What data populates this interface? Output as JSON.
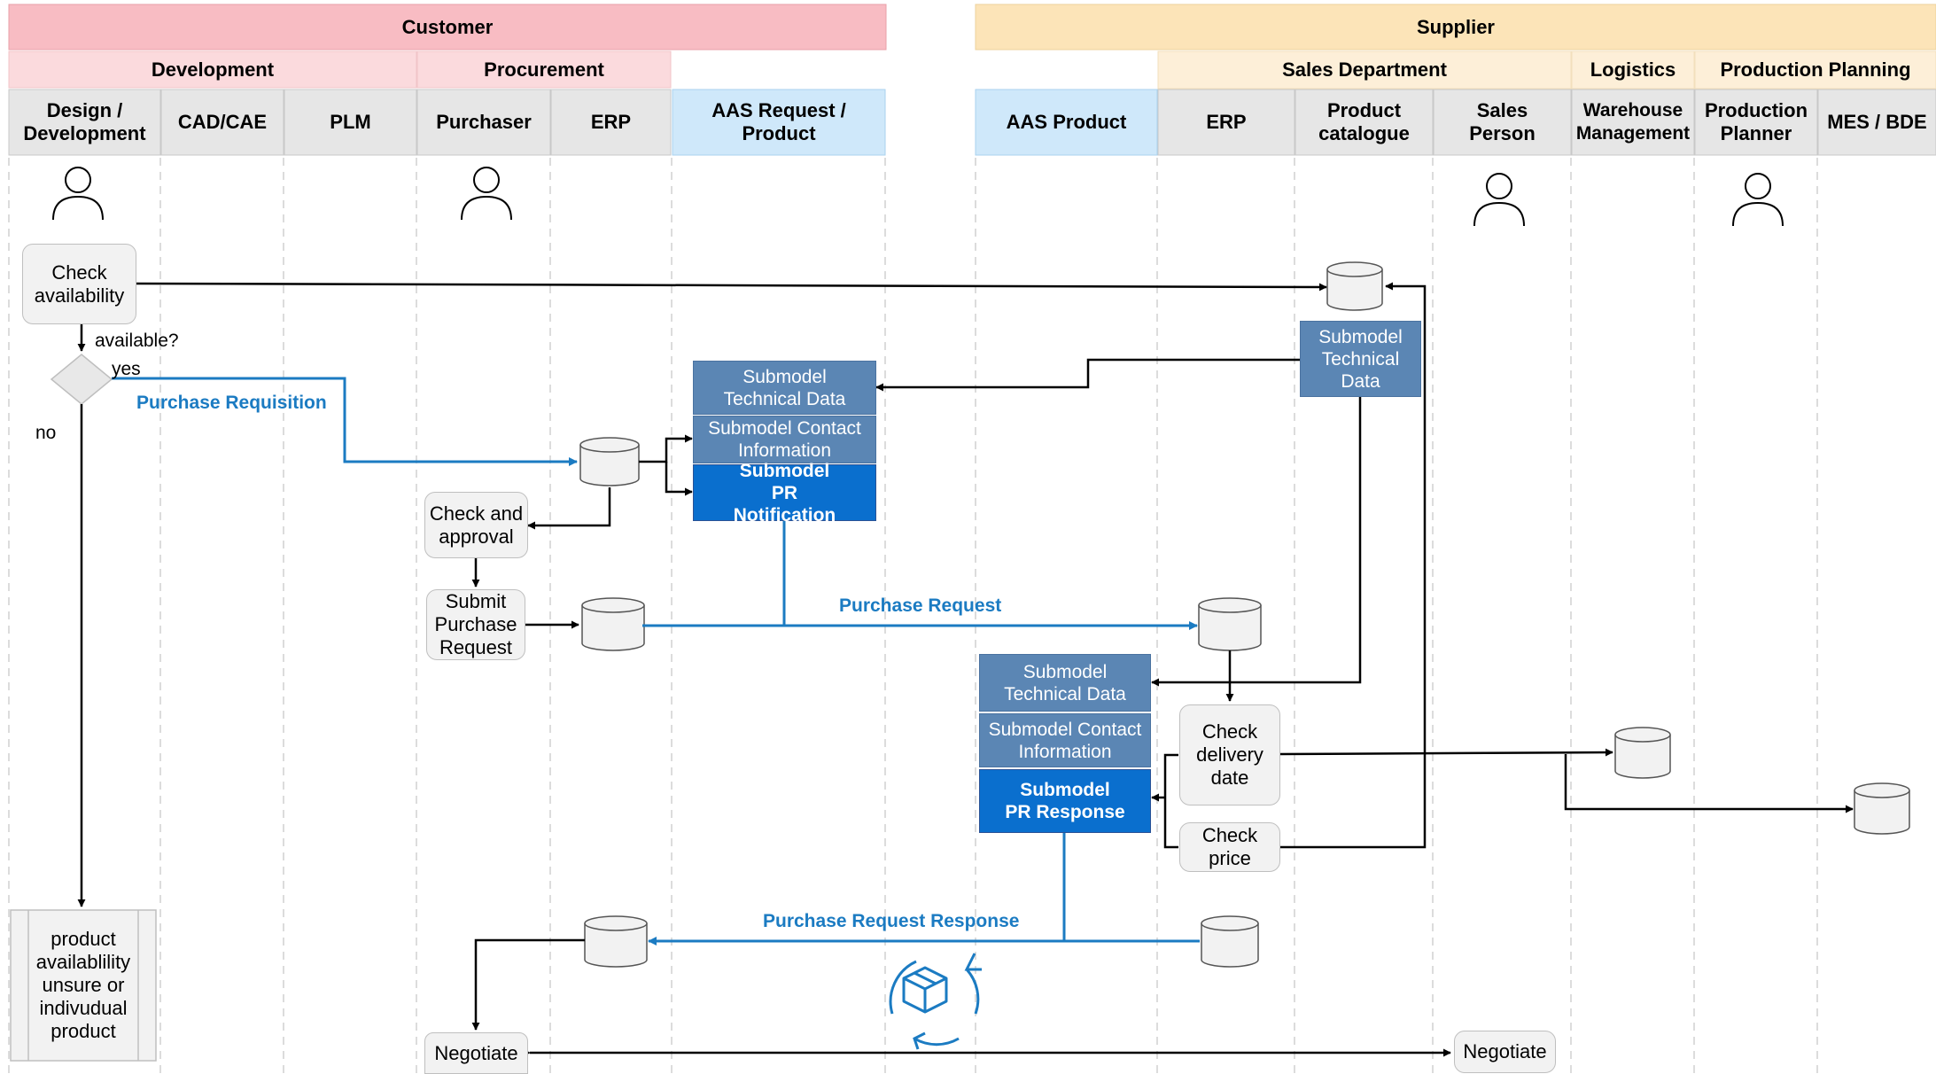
{
  "groups": {
    "customer": "Customer",
    "supplier": "Supplier"
  },
  "departments": {
    "development": "Development",
    "procurement": "Procurement",
    "sales_department": "Sales Department",
    "logistics": "Logistics",
    "production_planning": "Production Planning"
  },
  "roles": {
    "design_development": "Design / Development",
    "cad_cae": "CAD/CAE",
    "plm": "PLM",
    "purchaser": "Purchaser",
    "erp_customer": "ERP",
    "aas_request_product": "AAS Request / Product",
    "aas_product": "AAS Product",
    "erp_supplier": "ERP",
    "product_catalogue": "Product catalogue",
    "sales_person": "Sales Person",
    "warehouse_management": "Warehouse Management",
    "production_planner": "Production Planner",
    "mes_bde": "MES / BDE"
  },
  "steps": {
    "check_availability": "Check availability",
    "check_and_approval": "Check and approval",
    "submit_purchase_request": "Submit Purchase Request",
    "check_delivery_date": "Check delivery date",
    "check_price": "Check price",
    "product_unsure": "product availablility unsure or indivudual product",
    "negotiate_customer": "Negotiate",
    "negotiate_supplier": "Negotiate"
  },
  "submodels": {
    "supplier_technical_data": "Submodel Technical Data",
    "request_technical_data": "Submodel Technical Data",
    "request_contact_information": "Submodel Contact Information",
    "pr_notification": "Submodel PR Notification",
    "response_technical_data": "Submodel Technical Data",
    "response_contact_information": "Submodel Contact Information",
    "pr_response": "Submodel PR Response"
  },
  "labels": {
    "available_question": "available?",
    "yes": "yes",
    "no": "no"
  },
  "flows": {
    "purchase_requisition": "Purchase Requisition",
    "purchase_request": "Purchase Request",
    "purchase_request_response": "Purchase Request Response"
  },
  "colors": {
    "customer_header": "#f8bcc3",
    "customer_subheader": "#fbdadd",
    "supplier_header": "#fce4b8",
    "supplier_subheader": "#fdefd8",
    "role_header": "#e6e6e6",
    "aas_header": "#cfe8fa",
    "submodel": "#5b86b4",
    "submodel_highlight": "#0a6fce",
    "flow_blue": "#1b7bc2",
    "step_box": "#f2f2f2"
  },
  "icons": {
    "person": "person-icon",
    "database": "database-icon",
    "package_cycle": "package-cycle-icon"
  }
}
